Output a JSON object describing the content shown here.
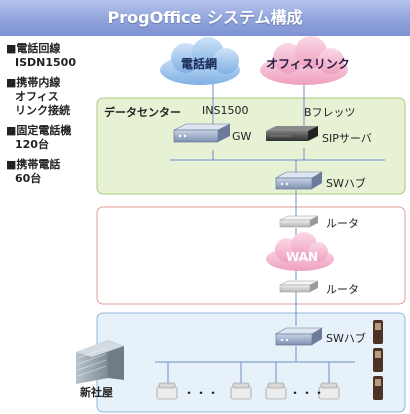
{
  "title": "ProgOffice システム構成",
  "notes": [
    {
      "head": "■電話回線",
      "sub": [
        "ISDN1500"
      ]
    },
    {
      "head": "■携帯内線",
      "sub": [
        "オフィス",
        "リンク接続"
      ]
    },
    {
      "head": "■固定電話機",
      "sub": [
        "120台"
      ]
    },
    {
      "head": "■携帯電話",
      "sub": [
        "60台"
      ]
    }
  ],
  "clouds": {
    "phone_network": "電話網",
    "office_link": "オフィスリンク",
    "wan": "WAN"
  },
  "labels": {
    "datacenter": "データセンター",
    "ins": "INS1500",
    "bflets": "Bフレッツ",
    "gw": "GW",
    "sip": "SIPサーバ",
    "sw_hub_top": "SWハブ",
    "router_top": "ルータ",
    "router_bottom": "ルータ",
    "sw_hub_bottom": "SWハブ",
    "new_hq": "新社屋",
    "dots_left": "・・・",
    "dots_right": "・・・"
  },
  "colors": {
    "title_bg": "#8fa3db",
    "datacenter_bg": "#e6f2d3",
    "datacenter_border": "#a9c97f",
    "wan_zone_border": "#e79a9a",
    "hq_zone_bg": "#e7f1fa",
    "hq_zone_border": "#8fb7d9",
    "cloud_blue": "#8ab6e6",
    "cloud_pink": "#f1a8c6"
  }
}
